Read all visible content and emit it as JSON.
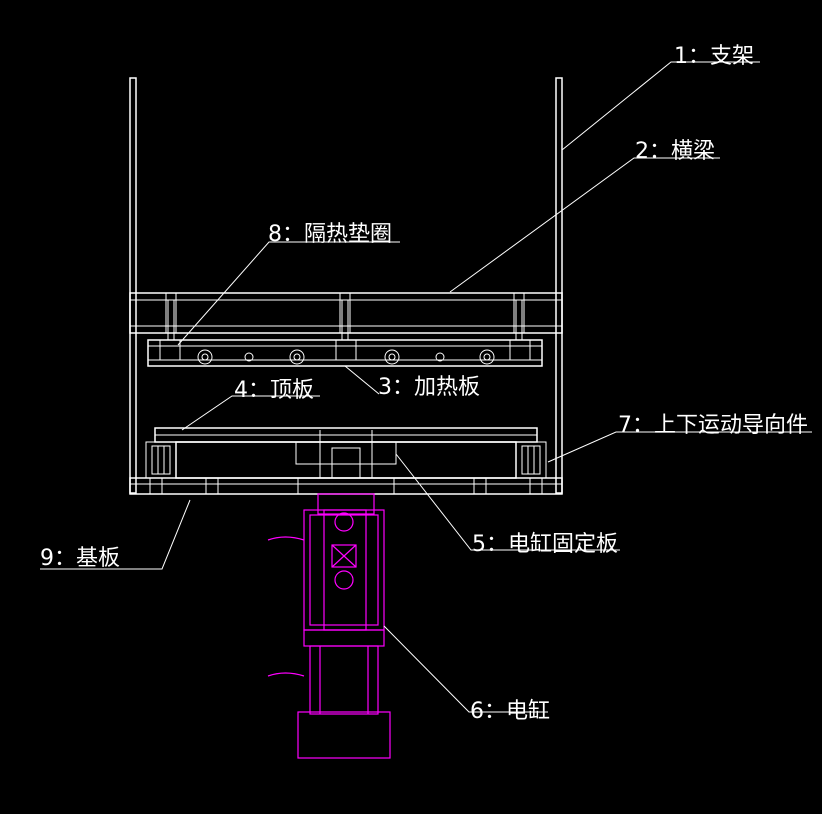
{
  "diagram": {
    "labels": [
      {
        "id": "bracket",
        "text": "1：支架"
      },
      {
        "id": "crossbeam",
        "text": "2：横梁"
      },
      {
        "id": "heating-plate",
        "text": "3：加热板"
      },
      {
        "id": "top-plate",
        "text": "4：顶板"
      },
      {
        "id": "cylinder-mount-plate",
        "text": "5：电缸固定板"
      },
      {
        "id": "electric-cylinder",
        "text": "6：电缸"
      },
      {
        "id": "guide",
        "text": "7：上下运动导向件"
      },
      {
        "id": "insulation-washer",
        "text": "8：隔热垫圈"
      },
      {
        "id": "base-plate",
        "text": "9：基板"
      }
    ],
    "colors": {
      "background": "#000000",
      "line": "#ffffff",
      "cylinder": "#ff00ff"
    }
  }
}
